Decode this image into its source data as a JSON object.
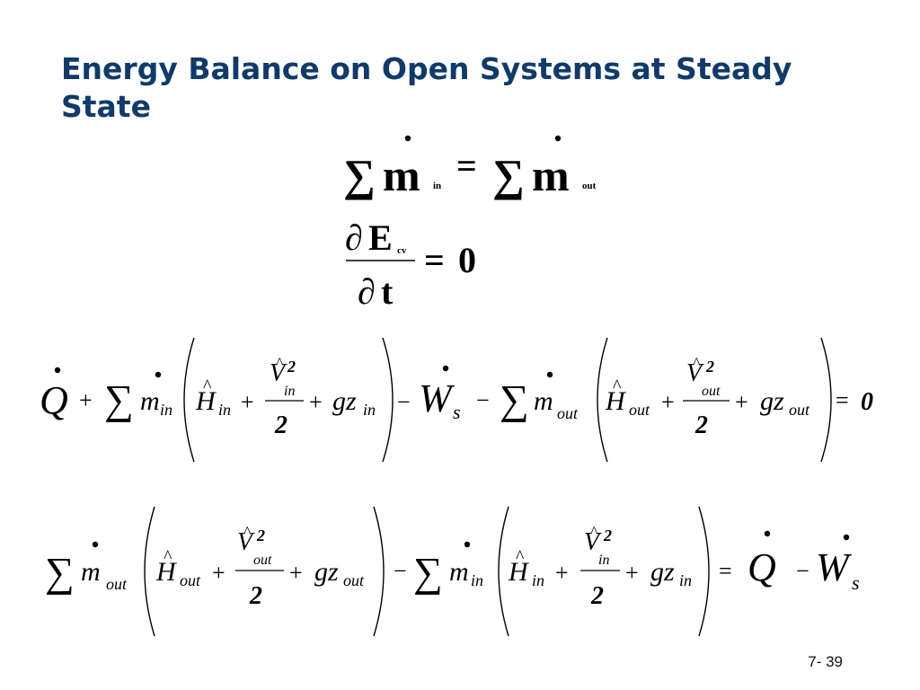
{
  "slide": {
    "title": "Energy Balance on Open Systems at Steady State",
    "page_number": "7- 39"
  },
  "mass_balance": {
    "sum": "∑",
    "m": "m",
    "sub_in": "in",
    "equals": "=",
    "sub_out": "out"
  },
  "energy_derivative": {
    "partial": "∂",
    "E": "E",
    "sub_cv": "cv",
    "t": "t",
    "equals": "=",
    "zero": "0"
  },
  "steady_flow_energy_equation": {
    "Q": "Q",
    "plus": "+",
    "sum": "∑",
    "m": "m",
    "sub_in": "in",
    "sub_out": "out",
    "H": "H",
    "hat": "^",
    "V": "V",
    "exponent": "2",
    "denominator": "2",
    "gz": "gz",
    "minus": "−",
    "W": "W",
    "sub_s": "s",
    "equals": "=",
    "zero": "0"
  },
  "rearranged_equation": {
    "sum": "∑",
    "m": "m",
    "sub_in": "in",
    "sub_out": "out",
    "H": "H",
    "hat": "^",
    "V": "V",
    "exponent": "2",
    "denominator": "2",
    "plus": "+",
    "gz": "gz",
    "minus": "−",
    "equals": "=",
    "Q": "Q",
    "W": "W",
    "sub_s": "s"
  }
}
